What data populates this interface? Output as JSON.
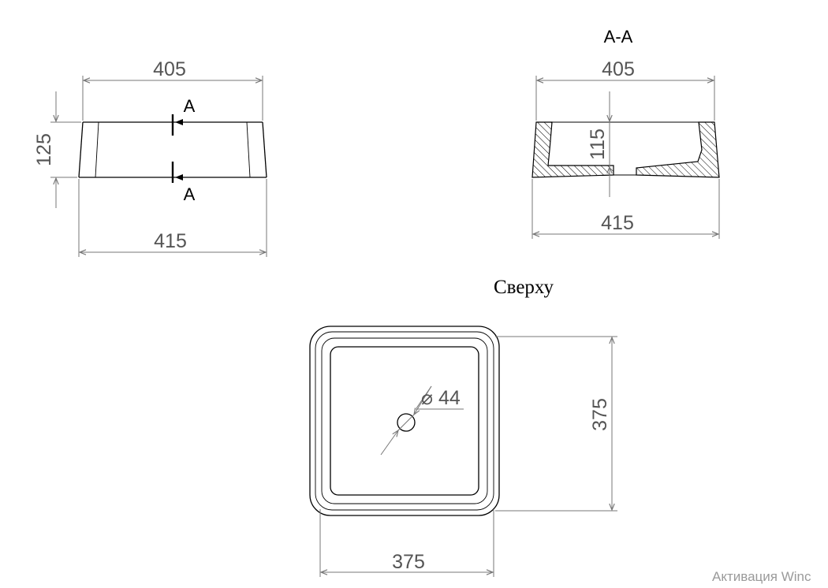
{
  "front_view": {
    "top_width": "405",
    "bottom_width": "415",
    "height": "125",
    "section_mark_top": "A",
    "section_mark_bottom": "A"
  },
  "section_view": {
    "title": "A-A",
    "top_width": "405",
    "bottom_width": "415",
    "inner_depth": "115"
  },
  "top_view": {
    "title": "Сверху",
    "width": "375",
    "depth": "375",
    "drain_diameter": "44",
    "diameter_symbol": "⌀"
  },
  "watermark": "Активация Winc"
}
